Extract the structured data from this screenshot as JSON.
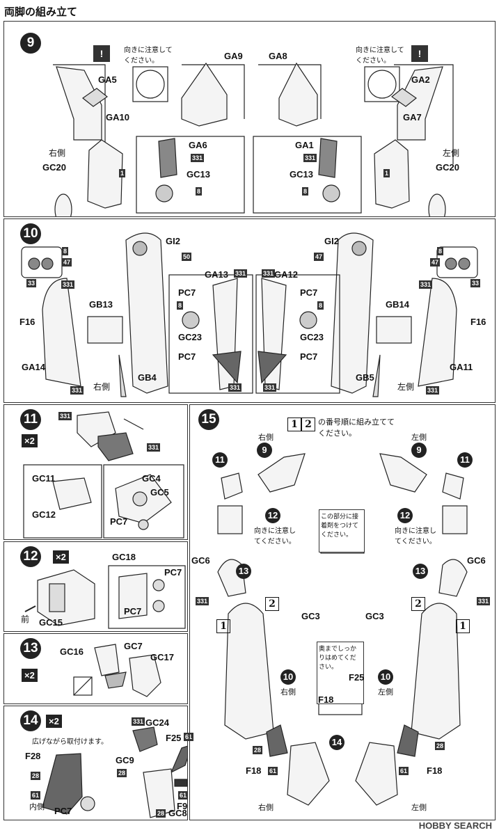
{
  "title": "両脚の組み立て",
  "steps": {
    "s9": "9",
    "s10": "10",
    "s11": "11",
    "s12": "12",
    "s13": "13",
    "s14": "14",
    "s15": "15"
  },
  "multiplier": "×2",
  "notes": {
    "direction": "向きに注意してください。",
    "order": "の番号順に組み立ててください。",
    "glue": "この部分に接着剤をつけてください。",
    "insert": "奥までしっかりはめてください。",
    "spread": "広げながら取付けます。"
  },
  "sides": {
    "right": "右側",
    "left": "左側",
    "inner": "内側",
    "front": "前"
  },
  "order_marks": [
    "1",
    "2"
  ],
  "parts": {
    "GA1": "GA1",
    "GA2": "GA2",
    "GA5": "GA5",
    "GA6": "GA6",
    "GA7": "GA7",
    "GA8": "GA8",
    "GA9": "GA9",
    "GA10": "GA10",
    "GA11": "GA11",
    "GA12": "GA12",
    "GA13": "GA13",
    "GA14": "GA14",
    "GB4": "GB4",
    "GB5": "GB5",
    "GB13": "GB13",
    "GB14": "GB14",
    "GC3": "GC3",
    "GC4": "GC4",
    "GC5": "GC5",
    "GC6": "GC6",
    "GC7": "GC7",
    "GC8": "GC8",
    "GC9": "GC9",
    "GC11": "GC11",
    "GC12": "GC12",
    "GC13": "GC13",
    "GC15": "GC15",
    "GC16": "GC16",
    "GC17": "GC17",
    "GC18": "GC18",
    "GC20": "GC20",
    "GC23": "GC23",
    "GC24": "GC24",
    "GI2": "GI2",
    "PC7": "PC7",
    "F9": "F9",
    "F16": "F16",
    "F18": "F18",
    "F25": "F25",
    "F28": "F28"
  },
  "colors": {
    "c1": "1",
    "c8": "8",
    "c28": "28",
    "c33": "33",
    "c47": "47",
    "c50": "50",
    "c61": "61",
    "c331": "331"
  },
  "watermark": "HOBBY SEARCH"
}
